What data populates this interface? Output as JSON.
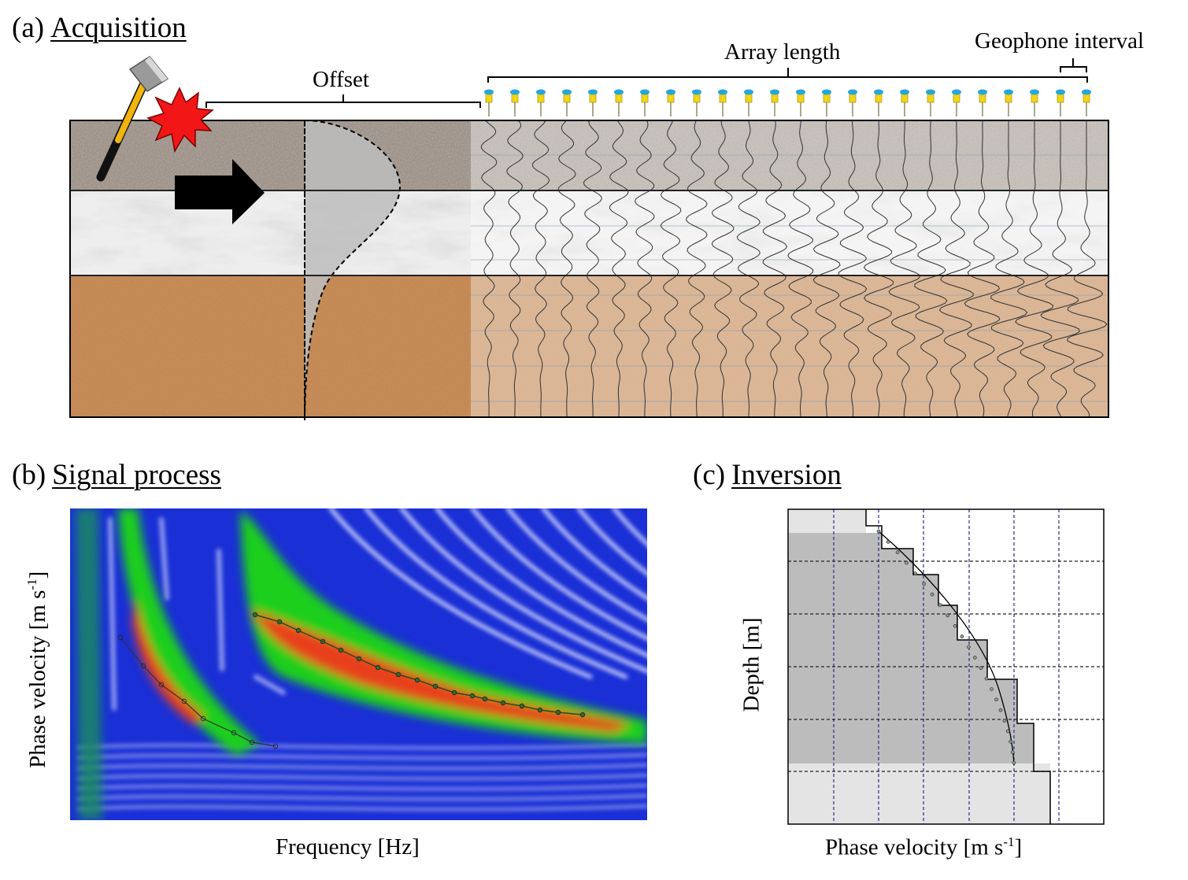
{
  "panel_a": {
    "letter": "(a)",
    "title": "Acquisition",
    "labels": {
      "offset": "Offset",
      "array_length": "Array length",
      "geophone_interval": "Geophone interval"
    },
    "geophone_count": 24
  },
  "panel_b": {
    "letter": "(b)",
    "title": "Signal process",
    "xlabel": "Frequency [Hz]",
    "ylabel": "Phase velocity [m s",
    "ylabel_sup": "-1",
    "ylabel_end": "]"
  },
  "panel_c": {
    "letter": "(c)",
    "title": "Inversion",
    "xlabel": "Phase velocity [m s",
    "xlabel_sup": "-1",
    "xlabel_end": "]",
    "ylabel": "Depth [m]"
  },
  "colors": {
    "heatmap_low": "#1a2fd6",
    "heatmap_mid": "#1ccf1c",
    "heatmap_high": "#e8401a",
    "soil_top": "#9e938a",
    "soil_mid": "#eeeeee",
    "soil_bottom": "#c98a55"
  }
}
